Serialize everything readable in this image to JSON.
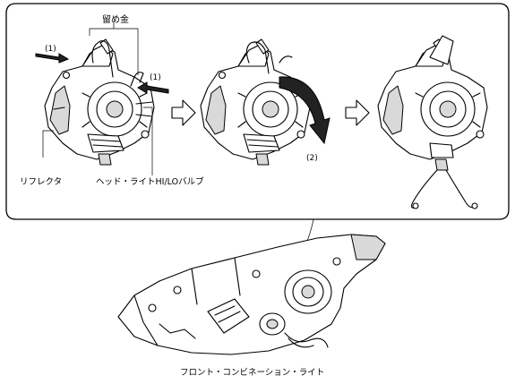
{
  "labels": {
    "clip": "留め金",
    "step1_left": "(1)",
    "step1_right": "(1)",
    "step2": "(2)",
    "reflector": "リフレクタ",
    "bulb": "ヘッド・ライトHI/LOバルブ",
    "assembly": "フロント・コンビネーション・ライト"
  },
  "icons": [
    "arrow-right-icon",
    "arrow-right-icon"
  ]
}
